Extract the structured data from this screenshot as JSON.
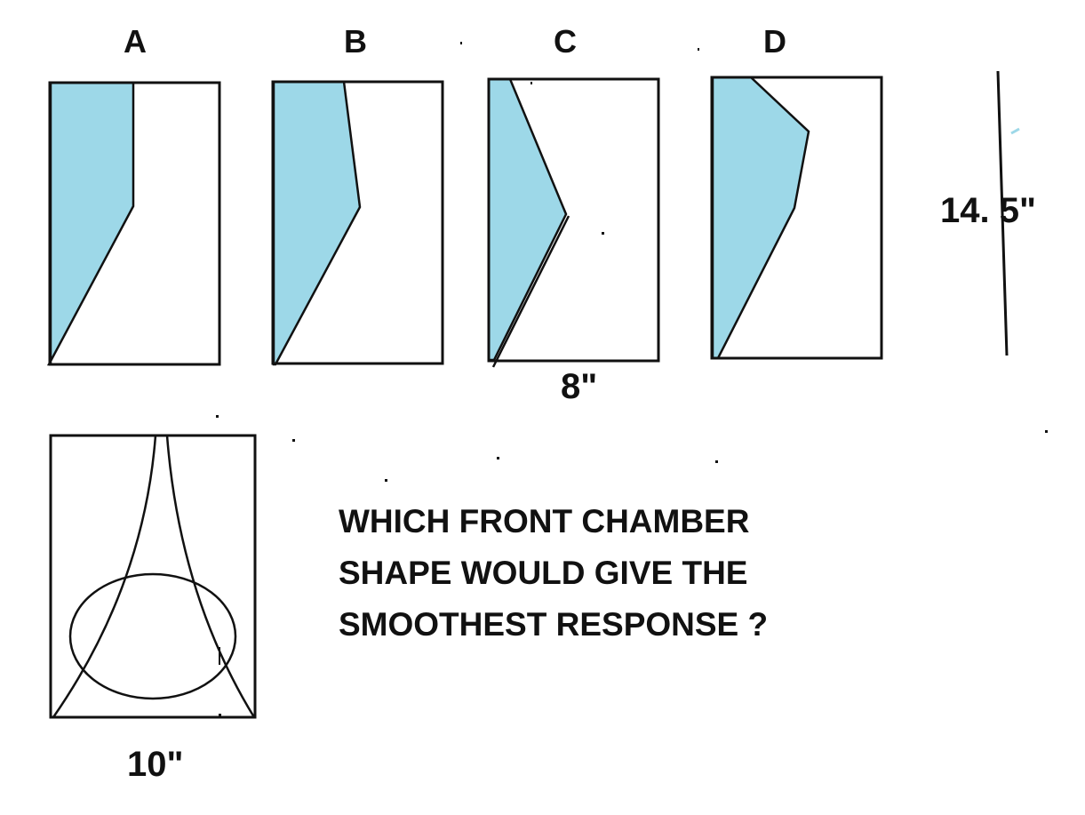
{
  "colors": {
    "fill": "#9dd8e8",
    "stroke": "#111111",
    "background": "#ffffff"
  },
  "panels": [
    {
      "label": "A"
    },
    {
      "label": "B"
    },
    {
      "label": "C"
    },
    {
      "label": "D"
    }
  ],
  "dimensions": {
    "height": "14. 5\"",
    "width_small": "8\"",
    "width_large": "10\""
  },
  "question": {
    "line1": "WHICH FRONT CHAMBER",
    "line2": "SHAPE WOULD GIVE THE",
    "line3": "SMOOTHEST RESPONSE ?"
  }
}
